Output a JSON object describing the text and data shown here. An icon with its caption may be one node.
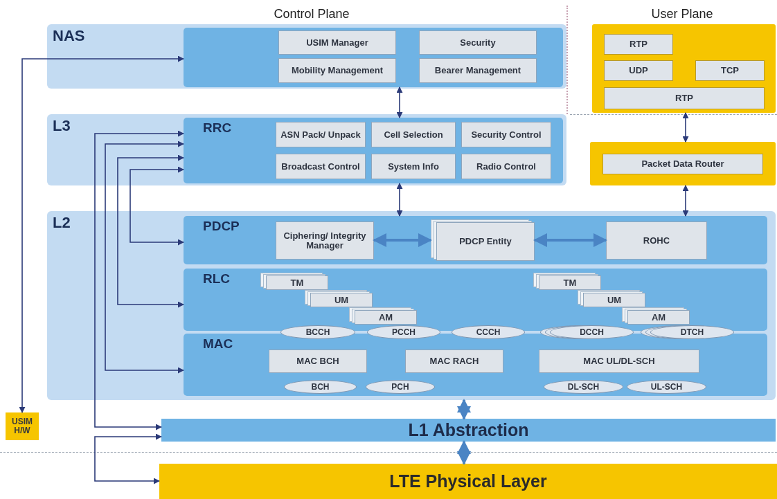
{
  "diagram": {
    "nodes": [
      {
        "text": [
          "NAS"
        ]
      },
      {
        "text": [],
        "shape": "box",
        "in": 0
      },
      {
        "text": [
          "USIM Manager"
        ],
        "in": 1
      },
      {
        "text": [
          "Security"
        ],
        "in": 1
      },
      {
        "text": [
          "Mobility Management"
        ],
        "in": 1
      },
      {
        "text": [
          "Bearer Management"
        ],
        "in": 1
      },
      {
        "text": [],
        "shape": "box"
      },
      {
        "text": [
          "RTP"
        ],
        "in": 6
      },
      {
        "text": [
          "UDP"
        ],
        "in": 6
      },
      {
        "text": [
          "TCP"
        ],
        "in": 6
      },
      {
        "text": [
          "RTP"
        ],
        "in": 6
      },
      {
        "text": [
          "L3"
        ]
      },
      {
        "text": [
          "RRC"
        ],
        "in": 11
      },
      {
        "text": [
          "ASN Pack/ Unpack"
        ],
        "in": 12
      },
      {
        "text": [
          "Cell Selection"
        ],
        "in": 12
      },
      {
        "text": [
          "Security Control"
        ],
        "in": 12
      },
      {
        "text": [
          "Broadcast Control"
        ],
        "in": 12
      },
      {
        "text": [
          "System Info"
        ],
        "in": 12
      },
      {
        "text": [
          "Radio Control"
        ],
        "in": 12
      },
      {
        "text": [],
        "shape": "box"
      },
      {
        "text": [
          "Packet Data Router"
        ],
        "in": 19
      },
      {
        "text": [
          "L2"
        ]
      },
      {
        "text": [
          "PDCP"
        ],
        "in": 21
      },
      {
        "text": [
          "Ciphering/ Integrity Manager"
        ],
        "in": 22
      },
      {
        "text": [
          "PDCP Entity"
        ],
        "in": 22
      },
      {
        "text": [
          "ROHC"
        ],
        "in": 22
      },
      {
        "text": [
          "RLC"
        ],
        "in": 21
      },
      {
        "text": [
          "TM"
        ],
        "in": 26
      },
      {
        "text": [
          "UM"
        ],
        "in": 26
      },
      {
        "text": [
          "AM"
        ],
        "in": 26
      },
      {
        "text": [
          "TM"
        ],
        "in": 26
      },
      {
        "text": [
          "UM"
        ],
        "in": 26
      },
      {
        "text": [
          "AM"
        ],
        "in": 26
      },
      {
        "text": [
          "MAC"
        ],
        "in": 21
      },
      {
        "text": [
          "MAC BCH"
        ],
        "in": 33
      },
      {
        "text": [
          "MAC RACH"
        ],
        "in": 33
      },
      {
        "text": [
          "MAC UL/DL-SCH"
        ],
        "in": 33
      },
      {
        "text": [
          "BCCH"
        ],
        "in": 21
      },
      {
        "text": [
          "PCCH"
        ],
        "in": 21
      },
      {
        "text": [
          "CCCH"
        ],
        "in": 21
      },
      {
        "text": [
          "DCCH"
        ],
        "in": 21
      },
      {
        "text": [
          "DTCH"
        ],
        "in": 21
      },
      {
        "text": [
          "BCH"
        ],
        "in": 33
      },
      {
        "text": [
          "PCH"
        ],
        "in": 33
      },
      {
        "text": [
          "DL-SCH"
        ],
        "in": 33
      },
      {
        "text": [
          "UL-SCH"
        ],
        "in": 33
      },
      {
        "text": [
          "USIM H/W"
        ]
      },
      {
        "text": [
          "L1 Abstraction"
        ]
      },
      {
        "text": [
          "LTE Physical Layer"
        ]
      }
    ],
    "edges": [
      {
        "from": 1,
        "to": 12,
        "arrow": "both"
      },
      {
        "from": 12,
        "to": 22,
        "arrow": "both"
      },
      {
        "from": 6,
        "to": 19,
        "arrow": "both"
      },
      {
        "from": 19,
        "to": 22,
        "arrow": "both"
      },
      {
        "from": 23,
        "to": 24,
        "arrow": "both",
        "style": "thick"
      },
      {
        "from": 24,
        "to": 25,
        "arrow": "both",
        "style": "thick"
      },
      {
        "from": 21,
        "to": 47,
        "arrow": "both",
        "style": "thick"
      },
      {
        "from": 47,
        "to": 48,
        "arrow": "both",
        "style": "thick"
      },
      {
        "from": 1,
        "to": 46,
        "arrow": "both"
      },
      {
        "from": 12,
        "to": 22,
        "arrow": "both"
      },
      {
        "from": 12,
        "to": 26,
        "arrow": "both"
      },
      {
        "from": 12,
        "to": 33,
        "arrow": "both"
      },
      {
        "from": 12,
        "to": 47,
        "arrow": "both"
      },
      {
        "from": 47,
        "to": 48,
        "arrow": "both"
      }
    ],
    "labels": [
      "Control Plane",
      "User Plane"
    ]
  }
}
